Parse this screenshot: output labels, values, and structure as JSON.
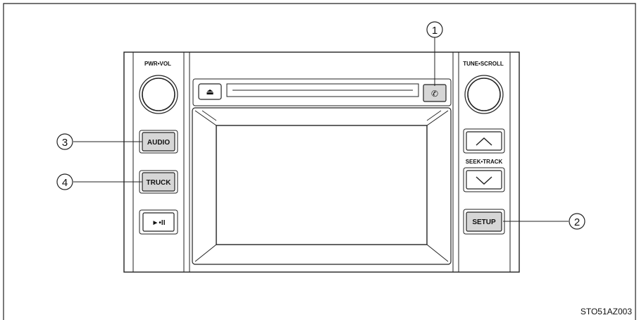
{
  "diagram": {
    "panel": {
      "left_knob_label": "PWR•VOL",
      "right_knob_label": "TUNE•SCROLL",
      "seek_label": "SEEK•TRACK",
      "audio_label": "AUDIO",
      "truck_label": "TRUCK",
      "play_pause_label": "►•II",
      "setup_label": "SETUP",
      "eject_glyph": "⏏",
      "phone_glyph": "✆",
      "seek_up_glyph": "∧",
      "seek_down_glyph": "∨"
    },
    "callouts": [
      {
        "number": "1",
        "target": "phone-button"
      },
      {
        "number": "2",
        "target": "setup-button"
      },
      {
        "number": "3",
        "target": "audio-button"
      },
      {
        "number": "4",
        "target": "truck-button"
      }
    ],
    "figure_code": "STO51AZ003"
  },
  "colors": {
    "line": "#222222",
    "button_fill": "#d6d6d6",
    "background": "#ffffff"
  }
}
